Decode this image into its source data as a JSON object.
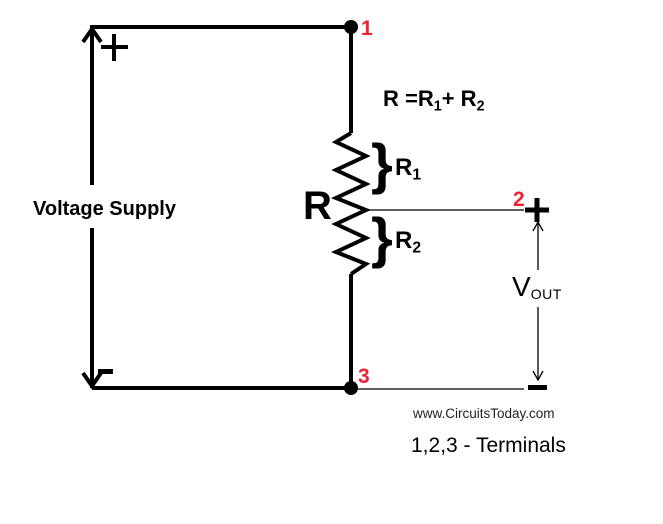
{
  "colors": {
    "ink": "#000000",
    "terminal_red": "#ee2233",
    "watermark_ink": "#1f1f1f"
  },
  "icons": {
    "plus": "+",
    "minus": "−",
    "brace": "}"
  },
  "labels": {
    "supply": "Voltage Supply",
    "resistor_main": "R",
    "equation": {
      "lhs": "R =",
      "t1": "R",
      "t1_sub": "1",
      "op": "+ ",
      "t2": "R",
      "t2_sub": "2"
    },
    "r1": {
      "base": "R",
      "sub": "1"
    },
    "r2": {
      "base": "R",
      "sub": "2"
    },
    "vout": {
      "base": "V",
      "sub": "OUT"
    },
    "brace": "}"
  },
  "terminals": {
    "t1": "1",
    "t2": "2",
    "t3": "3"
  },
  "footer": {
    "watermark": "www.CircuitsToday.com",
    "note": "1,2,3 - Terminals"
  }
}
